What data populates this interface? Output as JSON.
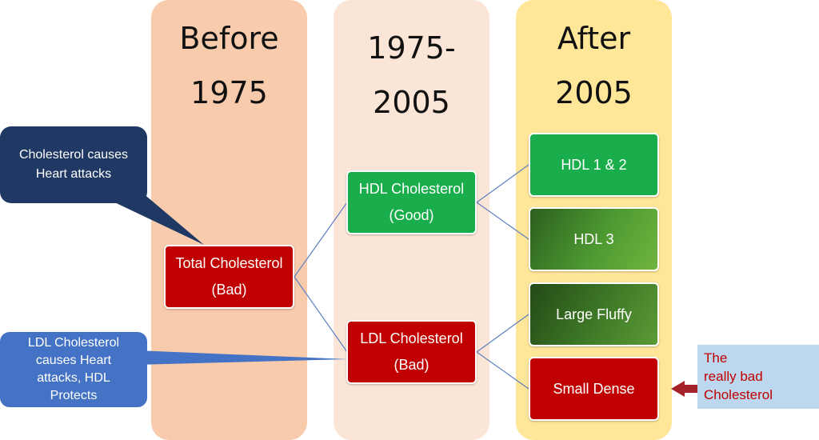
{
  "columns": {
    "before": {
      "line1": "Before",
      "line2": "1975"
    },
    "middle": {
      "line1": "1975-",
      "line2": "2005"
    },
    "after": {
      "line1": "After",
      "line2": "2005"
    }
  },
  "boxes": {
    "total": {
      "line1": "Total Cholesterol",
      "line2": "(Bad)"
    },
    "hdl": {
      "line1": "HDL Cholesterol",
      "line2": "(Good)"
    },
    "ldl": {
      "line1": "LDL Cholesterol",
      "line2": "(Bad)"
    },
    "hdl12": "HDL 1 & 2",
    "hdl3": "HDL 3",
    "large_fluffy": "Large Fluffy",
    "small_dense": "Small Dense"
  },
  "callouts": {
    "top": {
      "line1": "Cholesterol causes",
      "line2": "Heart attacks"
    },
    "bottom": {
      "line1": "LDL Cholesterol",
      "line2": "causes Heart",
      "line3": "attacks, HDL",
      "line4": "Protects"
    }
  },
  "note": {
    "line1": "The",
    "line2": "really bad",
    "line3": "Cholesterol"
  },
  "colors": {
    "before_column": "#f8cbad",
    "middle_column": "#fbe5d6",
    "after_column": "#ffe699",
    "red_box": "#c00000",
    "green_box": "#1aad4c",
    "dark_callout": "#1f3864",
    "blue_callout": "#4472c4",
    "connector": "#5b7fc0"
  }
}
